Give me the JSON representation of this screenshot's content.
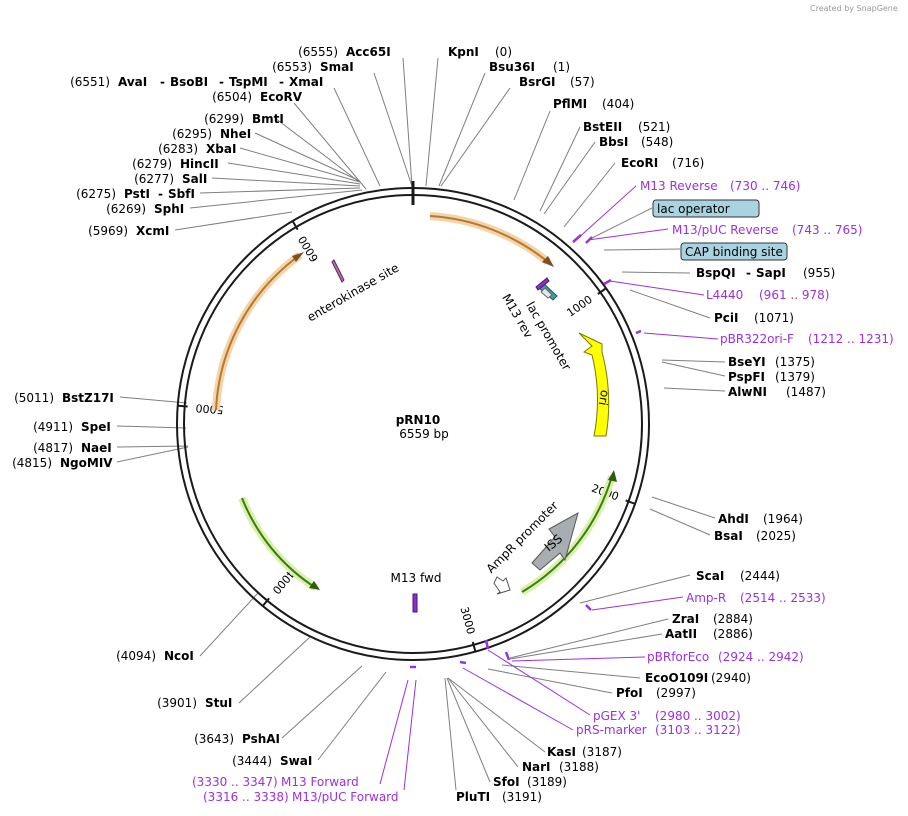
{
  "header": {
    "credit": "Created by SnapGene"
  },
  "plasmid": {
    "name": "pRN10",
    "size_label": "6559 bp",
    "length": 6559
  },
  "colors": {
    "primer": "#9b30e0",
    "enzyme_line": "#7f7f7f",
    "ring": "#1a1a1a",
    "lac_operator_box": "#a9d3e1",
    "ori": "#ffff00",
    "amp_r": "#9acd32",
    "orange_arrow": "#d2a05a",
    "promoter": "#a8adb2"
  },
  "ticks": [
    {
      "bp": 0,
      "label": ""
    },
    {
      "bp": 1000,
      "label": "1000"
    },
    {
      "bp": 2000,
      "label": "2000"
    },
    {
      "bp": 3000,
      "label": "3000"
    },
    {
      "bp": 4000,
      "label": "4000"
    },
    {
      "bp": 5000,
      "label": "5000"
    },
    {
      "bp": 6000,
      "label": "6000"
    }
  ],
  "enzymes_left": [
    {
      "pos": "(6555)",
      "name": "Acc65I"
    },
    {
      "pos": "(6553)",
      "name": "SmaI"
    },
    {
      "pos": "(6551)",
      "name": "AvaI",
      "extra": [
        "BsoBI",
        "TspMI",
        "XmaI"
      ]
    },
    {
      "pos": "(6504)",
      "name": "EcoRV"
    },
    {
      "pos": "(6299)",
      "name": "BmtI"
    },
    {
      "pos": "(6295)",
      "name": "NheI"
    },
    {
      "pos": "(6283)",
      "name": "XbaI"
    },
    {
      "pos": "(6279)",
      "name": "HincII"
    },
    {
      "pos": "(6277)",
      "name": "SalI"
    },
    {
      "pos": "(6275)",
      "name": "PstI",
      "extra": [
        "SbfI"
      ]
    },
    {
      "pos": "(6269)",
      "name": "SphI"
    },
    {
      "pos": "(5969)",
      "name": "XcmI"
    },
    {
      "pos": "(5011)",
      "name": "BstZ17I"
    },
    {
      "pos": "(4911)",
      "name": "SpeI"
    },
    {
      "pos": "(4817)",
      "name": "NaeI"
    },
    {
      "pos": "(4815)",
      "name": "NgoMIV"
    },
    {
      "pos": "(4094)",
      "name": "NcoI"
    },
    {
      "pos": "(3901)",
      "name": "StuI"
    },
    {
      "pos": "(3643)",
      "name": "PshAI"
    },
    {
      "pos": "(3444)",
      "name": "SwaI"
    }
  ],
  "enzymes_right": [
    {
      "name": "KpnI",
      "pos": "(0)"
    },
    {
      "name": "Bsu36I",
      "pos": "(1)"
    },
    {
      "name": "BsrGI",
      "pos": "(57)"
    },
    {
      "name": "PflMI",
      "pos": "(404)"
    },
    {
      "name": "BstEII",
      "pos": "(521)"
    },
    {
      "name": "BbsI",
      "pos": "(548)"
    },
    {
      "name": "EcoRI",
      "pos": "(716)"
    },
    {
      "name": "BspQI",
      "extra": [
        "SapI"
      ],
      "pos": "(955)"
    },
    {
      "name": "PciI",
      "pos": "(1071)"
    },
    {
      "name": "BseYI",
      "pos": "(1375)"
    },
    {
      "name": "PspFI",
      "pos": "(1379)"
    },
    {
      "name": "AlwNI",
      "pos": "(1487)"
    },
    {
      "name": "AhdI",
      "pos": "(1964)"
    },
    {
      "name": "BsaI",
      "pos": "(2025)"
    },
    {
      "name": "ScaI",
      "pos": "(2444)"
    },
    {
      "name": "ZraI",
      "pos": "(2884)"
    },
    {
      "name": "AatII",
      "pos": "(2886)"
    },
    {
      "name": "EcoO109I",
      "pos": "(2940)"
    },
    {
      "name": "PfoI",
      "pos": "(2997)"
    },
    {
      "name": "KasI",
      "pos": "(3187)"
    },
    {
      "name": "NarI",
      "pos": "(3188)"
    },
    {
      "name": "SfoI",
      "pos": "(3189)"
    },
    {
      "name": "PluTI",
      "pos": "(3191)"
    }
  ],
  "primers": [
    {
      "name": "M13 Reverse",
      "range": "(730 .. 746)"
    },
    {
      "name": "M13/pUC Reverse",
      "range": "(743 .. 765)"
    },
    {
      "name": "L4440",
      "range": "(961 .. 978)"
    },
    {
      "name": "pBR322ori-F",
      "range": "(1212 .. 1231)"
    },
    {
      "name": "Amp-R",
      "range": "(2514 .. 2533)"
    },
    {
      "name": "pBRforEco",
      "range": "(2924 .. 2942)"
    },
    {
      "name": "pGEX 3'",
      "range": "(2980 .. 3002)"
    },
    {
      "name": "pRS-marker",
      "range": "(3103 .. 3122)"
    },
    {
      "name": "M13 Forward",
      "range": "(3330 .. 3347)"
    },
    {
      "name": "M13/pUC Forward",
      "range": "(3316 .. 3338)"
    }
  ],
  "boxed_features": [
    {
      "name": "lac operator"
    },
    {
      "name": "CAP binding site"
    }
  ],
  "features": {
    "ori": "ori",
    "iss": "ISS",
    "ampr_promoter": "AmpR promoter",
    "lac_promoter": "lac promoter",
    "m13_rev": "M13 rev",
    "m13_fwd": "M13 fwd",
    "enterokinase": "enterokinase site"
  }
}
